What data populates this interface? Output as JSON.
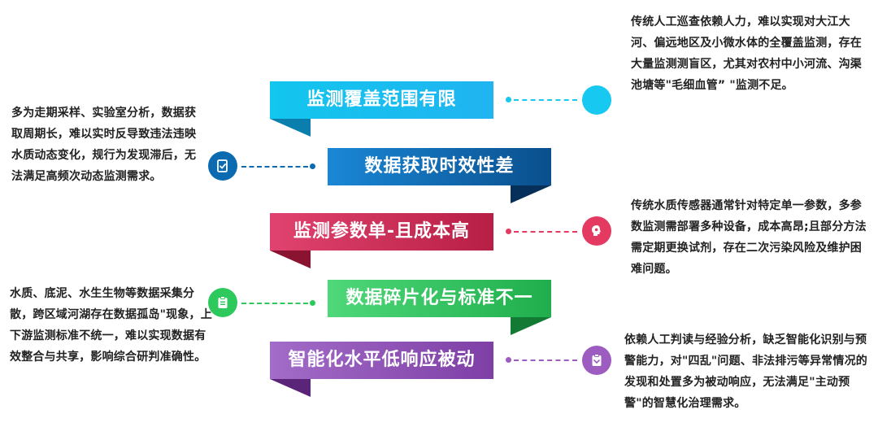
{
  "diagram": {
    "items": [
      {
        "title": "监测覆盖范围有限",
        "desc": "传统人工巡查依赖人力，难以实现对大江大河、偏远地区及小微水体的全覆盖监测，存在大量监测测盲区，尤其对农村中小河流、沟渠池塘等\"毛细血管” \"监测不足。",
        "color": "#17c9f0",
        "icon": "blank-circle-icon"
      },
      {
        "title": "数据获取时效性差",
        "desc": "多为走期采样、实验室分析，数据获取周期长，难以实时反导致违法违映水质动态变化，规行为发现滞后，无法满足高频次动态监测需求。",
        "color": "#0b6ab0",
        "icon": "document-check-icon"
      },
      {
        "title": "监测参数单-且成本高",
        "desc": "传统水质传感器通常针对特定单一参数，多参数监测需部署多种设备，成本高昂;且部分方法需定期更换试剂，存在二次污染风险及维护困难问题。",
        "color": "#e43a62",
        "icon": "idea-head-icon"
      },
      {
        "title": "数据碎片化与标准不一",
        "desc": "水质、底泥、水生生物等数据采集分散，跨区域河湖存在数据孤岛\"现象，上下游监测标准不统一，难以实现数据有效整合与共享，影响综合研判准确性。",
        "color": "#2ec95c",
        "icon": "clipboard-list-icon"
      },
      {
        "title": "智能化水平低响应被动",
        "desc": "依赖人工判读与经验分析，缺乏智能化识别与预警能力，对\"四乱\"问题、非法排污等异常情况的发现和处置多为被动响应，无法满足\"主动预警\"的智慧化治理需求。",
        "color": "#9c5cc0",
        "icon": "clipboard-alert-icon"
      }
    ]
  }
}
